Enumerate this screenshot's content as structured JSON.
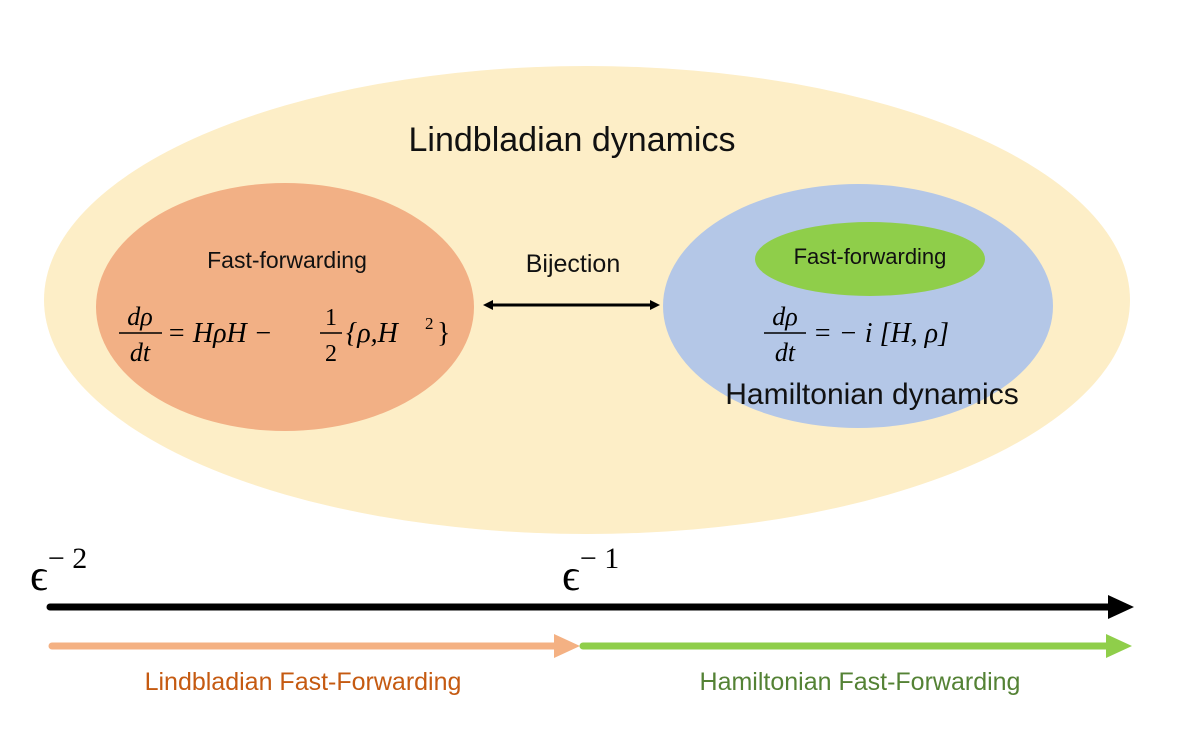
{
  "outer_region": {
    "title": "Lindbladian dynamics",
    "fill": "#fdeec7"
  },
  "left_region": {
    "label": "Fast-forwarding",
    "fill": "#f2b085",
    "equation": {
      "lhs_num": "dρ",
      "lhs_den": "dt",
      "rhs_part1": "= HρH −",
      "half_num": "1",
      "half_den": "2",
      "rhs_part2": "{ρ,H",
      "exponent": "2",
      "rhs_close": "}"
    }
  },
  "right_region": {
    "fill": "#b4c7e7",
    "inner_badge": {
      "label": "Fast-forwarding",
      "fill": "#8fce4a"
    },
    "equation": {
      "lhs_num": "dρ",
      "lhs_den": "dt",
      "rhs": "= − i [H, ρ]"
    },
    "title": "Hamiltonian dynamics"
  },
  "bijection": {
    "label": "Bijection"
  },
  "axis": {
    "left_tick": {
      "base": "ϵ",
      "exp": "− 2"
    },
    "mid_tick": {
      "base": "ϵ",
      "exp": "− 1"
    },
    "color": "#000000"
  },
  "segments": {
    "lindbladian": {
      "label": "Lindbladian Fast-Forwarding",
      "color": "#f4b183",
      "text_color": "#c55a11"
    },
    "hamiltonian": {
      "label": "Hamiltonian Fast-Forwarding",
      "color": "#8fce4a",
      "text_color": "#548235"
    }
  }
}
